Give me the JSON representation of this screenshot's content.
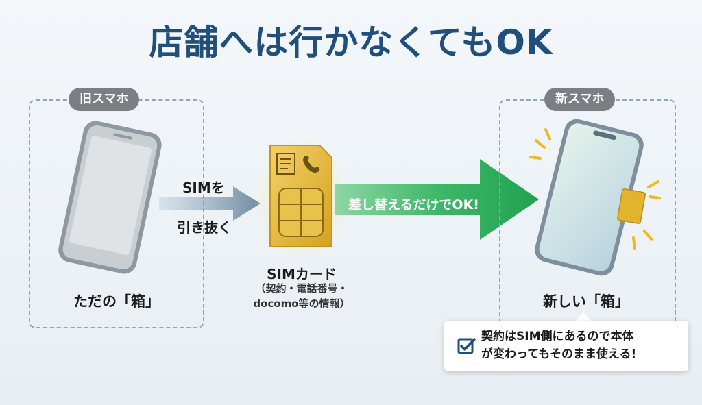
{
  "title": "店舗へは行かなくてもOK",
  "old_phone": {
    "tag": "旧スマホ",
    "caption": "ただの「箱」"
  },
  "new_phone": {
    "tag": "新スマホ",
    "caption": "新しい「箱」"
  },
  "arrow_left": {
    "line1": "SIMを",
    "line2": "引き抜く"
  },
  "sim_card": {
    "title": "SIMカード",
    "detail_line1": "（契約・電話番号・",
    "detail_line2": "docomo等の情報）"
  },
  "arrow_right": {
    "label": "差し替えるだけでOK!"
  },
  "note": {
    "line1": "契約はSIM側にあるので本体",
    "line2": "が変わってもそのまま使える!"
  },
  "colors": {
    "title": "#1f4f7a",
    "green": "#2eab5c",
    "blue_arrow": "#8aa3b8",
    "sim_gold": "#e2b42e"
  }
}
